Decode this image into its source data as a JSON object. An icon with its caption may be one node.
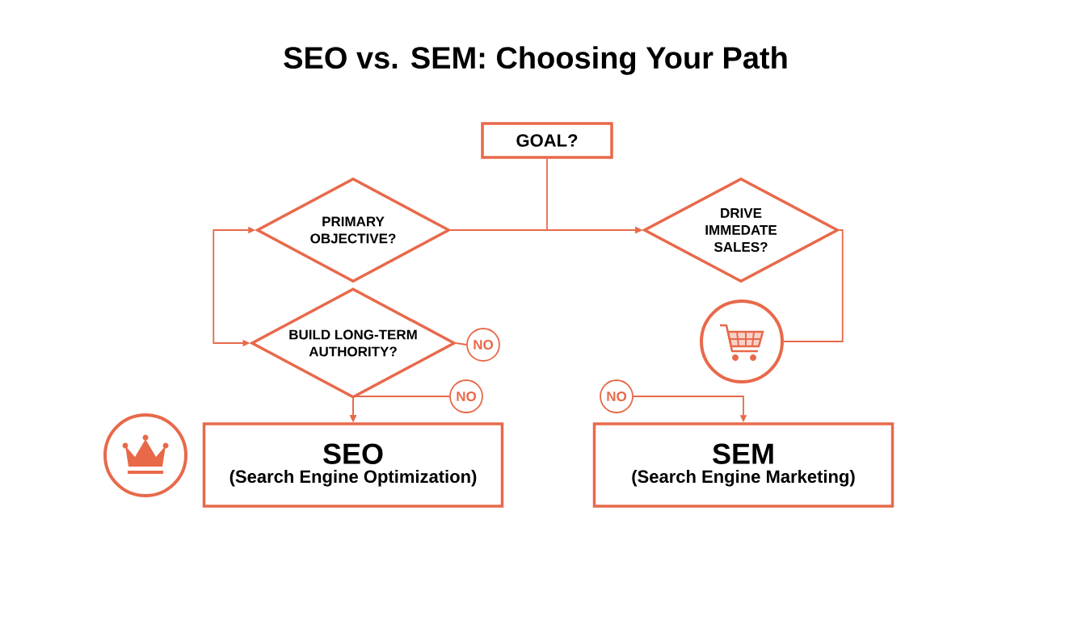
{
  "diagram": {
    "title": "SEO vs. SEM: Choosing Your Path",
    "nodes": [
      {
        "text": [
          "GOAL?"
        ]
      },
      {
        "text": [
          "PRIMARY OBJECTIVE?"
        ]
      },
      {
        "text": [
          "DRIVE IMMEDATE SALES?"
        ]
      },
      {
        "text": [
          "BUILD LONG-TERM AUTHORITY?"
        ]
      },
      {
        "text": [
          "NO"
        ]
      },
      {
        "text": [
          "NO"
        ]
      },
      {
        "text": [
          "NO"
        ]
      },
      {
        "text": [],
        "shape": "circle"
      },
      {
        "text": [],
        "shape": "circle"
      },
      {
        "text": [
          "SEO",
          "(Search Engine Optimization)"
        ]
      },
      {
        "text": [
          "SEM",
          "(Search Engine Marketing)"
        ]
      }
    ],
    "edges": [
      {
        "from": 0,
        "to": 2,
        "arrow": "to"
      },
      {
        "from": 1,
        "to": 2,
        "arrow": "to"
      },
      {
        "from": 1,
        "to": 3,
        "arrow": "both"
      },
      {
        "from": 3,
        "to": 4,
        "arrow": "none"
      },
      {
        "from": 3,
        "to": 9,
        "arrow": "to"
      },
      {
        "from": 5,
        "to": 9,
        "arrow": "to"
      },
      {
        "from": 2,
        "to": 7,
        "arrow": "none"
      },
      {
        "from": 6,
        "to": 10,
        "arrow": "to"
      }
    ]
  }
}
